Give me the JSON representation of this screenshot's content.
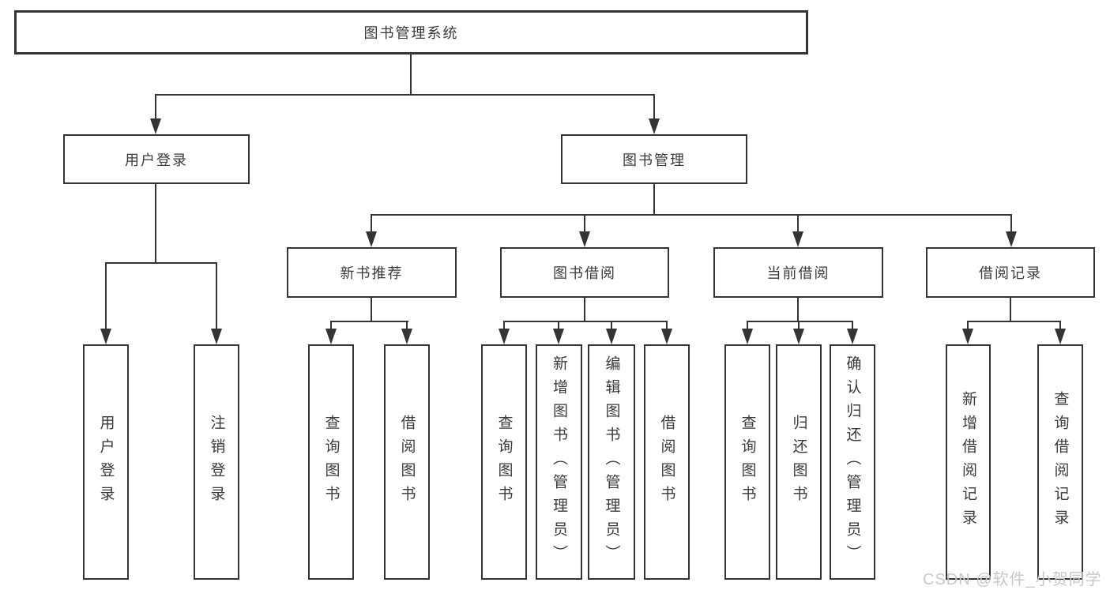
{
  "diagram": {
    "root": "图书管理系统",
    "level1": [
      "用户登录",
      "图书管理"
    ],
    "level2": [
      "新书推荐",
      "图书借阅",
      "当前借阅",
      "借阅记录"
    ],
    "leaves_user_login": [
      "用户登录",
      "注销登录"
    ],
    "leaves_new_book": [
      "查询图书",
      "借阅图书"
    ],
    "leaves_book_borrow": [
      "查询图书",
      "新增图书（管理员）",
      "编辑图书（管理员）",
      "借阅图书"
    ],
    "leaves_current_borrow": [
      "查询图书",
      "归还图书",
      "确认归还（管理员）"
    ],
    "leaves_borrow_record": [
      "新增借阅记录",
      "查询借阅记录"
    ]
  },
  "watermark": {
    "text": "CSDN @软件_小贺同学"
  },
  "colors": {
    "border": "#343434",
    "line": "#343434",
    "text": "#3a3a3a",
    "background": "#ffffff",
    "watermark": "#c8c8c8"
  }
}
